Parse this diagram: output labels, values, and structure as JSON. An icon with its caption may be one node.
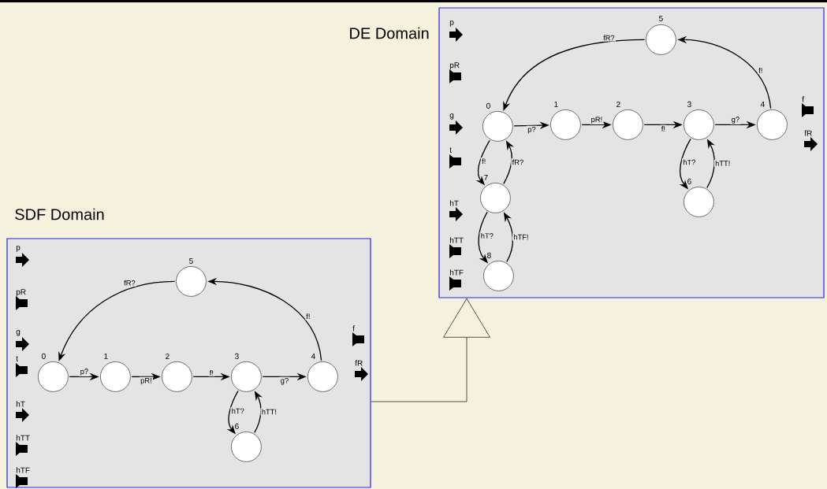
{
  "diagram": {
    "nodes": [
      {
        "text": [
          "SDF Domain"
        ]
      },
      {
        "text": [],
        "shape": "circle",
        "beside": [
          "0"
        ],
        "in": 0
      },
      {
        "text": [],
        "shape": "circle",
        "beside": [
          "1"
        ],
        "in": 0
      },
      {
        "text": [],
        "shape": "circle",
        "beside": [
          "2"
        ],
        "in": 0
      },
      {
        "text": [],
        "shape": "circle",
        "beside": [
          "3"
        ],
        "in": 0
      },
      {
        "text": [],
        "shape": "circle",
        "beside": [
          "4"
        ],
        "in": 0
      },
      {
        "text": [],
        "shape": "circle",
        "beside": [
          "5"
        ],
        "in": 0
      },
      {
        "text": [],
        "shape": "circle",
        "beside": [
          "6"
        ],
        "in": 0
      },
      {
        "text": [
          "DE Domain"
        ]
      },
      {
        "text": [],
        "shape": "circle",
        "beside": [
          "0"
        ],
        "in": 8
      },
      {
        "text": [],
        "shape": "circle",
        "beside": [
          "1"
        ],
        "in": 8
      },
      {
        "text": [],
        "shape": "circle",
        "beside": [
          "2"
        ],
        "in": 8
      },
      {
        "text": [],
        "shape": "circle",
        "beside": [
          "3"
        ],
        "in": 8
      },
      {
        "text": [],
        "shape": "circle",
        "beside": [
          "4"
        ],
        "in": 8
      },
      {
        "text": [],
        "shape": "circle",
        "beside": [
          "5"
        ],
        "in": 8
      },
      {
        "text": [],
        "shape": "circle",
        "beside": [
          "6"
        ],
        "in": 8
      },
      {
        "text": [],
        "shape": "circle",
        "beside": [
          "7"
        ],
        "in": 8
      },
      {
        "text": [],
        "shape": "circle",
        "beside": [
          "8"
        ],
        "in": 8
      }
    ],
    "edges": [
      {
        "from": 1,
        "to": 2,
        "arrow": "to",
        "label": "p?"
      },
      {
        "from": 2,
        "to": 3,
        "arrow": "to",
        "label": "pR!"
      },
      {
        "from": 3,
        "to": 4,
        "arrow": "to",
        "label": "f!"
      },
      {
        "from": 4,
        "to": 5,
        "arrow": "to",
        "label": "g?"
      },
      {
        "from": 5,
        "to": 6,
        "arrow": "to",
        "label": "f!"
      },
      {
        "from": 6,
        "to": 1,
        "arrow": "to",
        "label": "fR?"
      },
      {
        "from": 4,
        "to": 7,
        "arrow": "to",
        "label": "hT?"
      },
      {
        "from": 7,
        "to": 4,
        "arrow": "to",
        "label": "hTT!"
      },
      {
        "from": 9,
        "to": 10,
        "arrow": "to",
        "label": "p?"
      },
      {
        "from": 10,
        "to": 11,
        "arrow": "to",
        "label": "pR!"
      },
      {
        "from": 11,
        "to": 12,
        "arrow": "to",
        "label": "f!"
      },
      {
        "from": 12,
        "to": 13,
        "arrow": "to",
        "label": "g?"
      },
      {
        "from": 13,
        "to": 14,
        "arrow": "to",
        "label": "f!"
      },
      {
        "from": 14,
        "to": 9,
        "arrow": "to",
        "label": "fR?"
      },
      {
        "from": 9,
        "to": 16,
        "arrow": "to",
        "label": "f!"
      },
      {
        "from": 16,
        "to": 9,
        "arrow": "to",
        "label": "fR?"
      },
      {
        "from": 16,
        "to": 17,
        "arrow": "to",
        "label": "hT?"
      },
      {
        "from": 17,
        "to": 16,
        "arrow": "to",
        "label": "hTF!"
      },
      {
        "from": 12,
        "to": 15,
        "arrow": "to",
        "label": "hT?"
      },
      {
        "from": 15,
        "to": 12,
        "arrow": "to",
        "label": "hTT!"
      },
      {
        "from": 0,
        "to": 8,
        "arrow": "to"
      }
    ],
    "labels": [
      "p",
      "pR",
      "g",
      "t",
      "hT",
      "hTT",
      "hTF",
      "f",
      "fR",
      "p",
      "pR",
      "g",
      "t",
      "hT",
      "hTT",
      "hTF",
      "f",
      "fR"
    ]
  }
}
